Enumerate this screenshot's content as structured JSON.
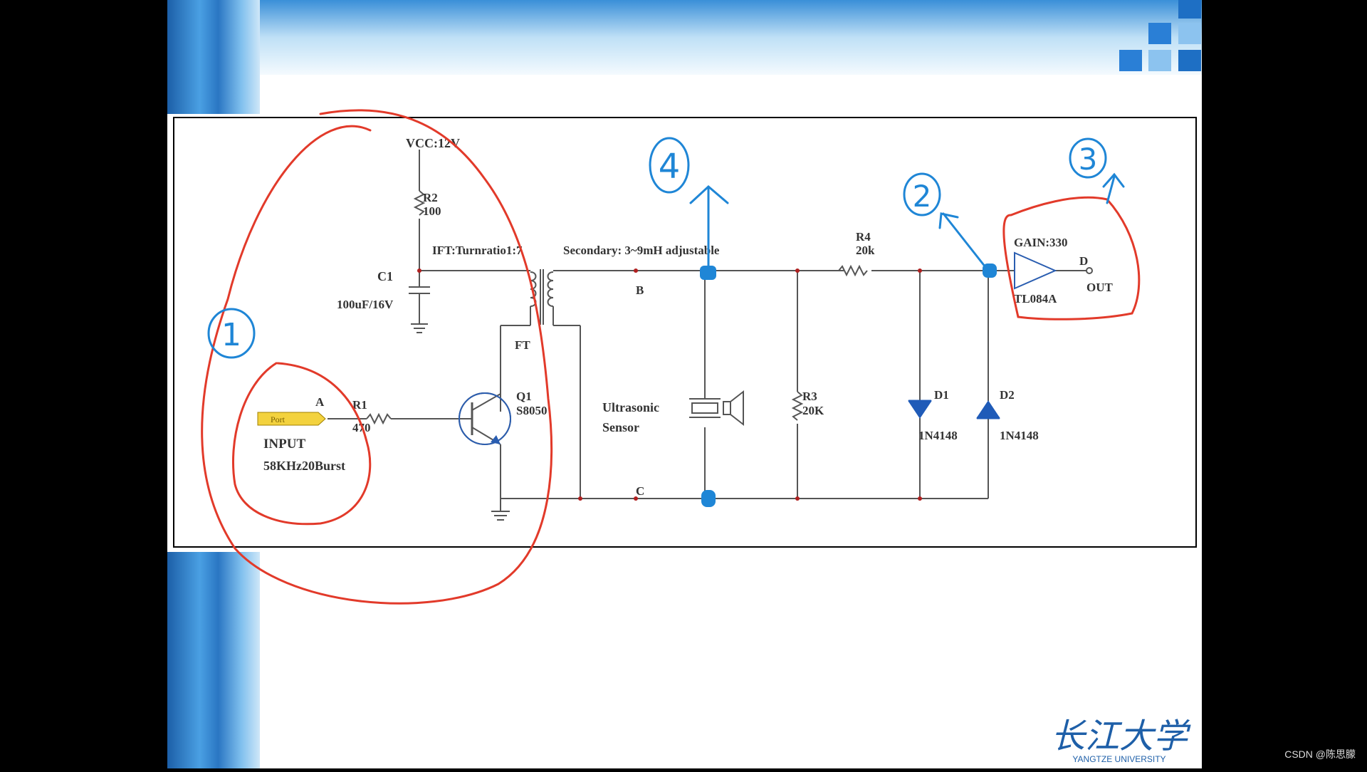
{
  "schematic": {
    "vcc": "VCC:12V",
    "r2_name": "R2",
    "r2_value": "100",
    "c1_name": "C1",
    "c1_value": "100uF/16V",
    "ift_label": "IFT:Turnratio1:7",
    "secondary_label": "Secondary: 3~9mH adjustable",
    "ft_label": "FT",
    "node_b": "B",
    "node_c": "C",
    "node_a": "A",
    "port_label": "Port",
    "r1_name": "R1",
    "r1_value": "470",
    "input_label": "INPUT",
    "input_desc": "58KHz20Burst",
    "q1_name": "Q1",
    "q1_value": "S8050",
    "sensor_line1": "Ultrasonic",
    "sensor_line2": "Sensor",
    "r3_name": "R3",
    "r3_value": "20K",
    "r4_name": "R4",
    "r4_value": "20k",
    "d1_name": "D1",
    "d1_value": "1N4148",
    "d2_name": "D2",
    "d2_value": "1N4148",
    "gain_label": "GAIN:330",
    "amp_name": "TL084A",
    "node_d": "D",
    "out_label": "OUT"
  },
  "annotations": {
    "n1": "1",
    "n2": "2",
    "n3": "3",
    "n4": "4"
  },
  "logo": {
    "chinese": "长江大学",
    "english": "YANGTZE UNIVERSITY"
  },
  "watermark": "CSDN @陈思朦",
  "colors": {
    "slide_blue": "#1e6fc4",
    "wire": "#555555",
    "node_dot": "#b02020",
    "red_annotation": "#e23a2a",
    "blue_annotation": "#1f86d6",
    "port_fill": "#f3d23e"
  }
}
